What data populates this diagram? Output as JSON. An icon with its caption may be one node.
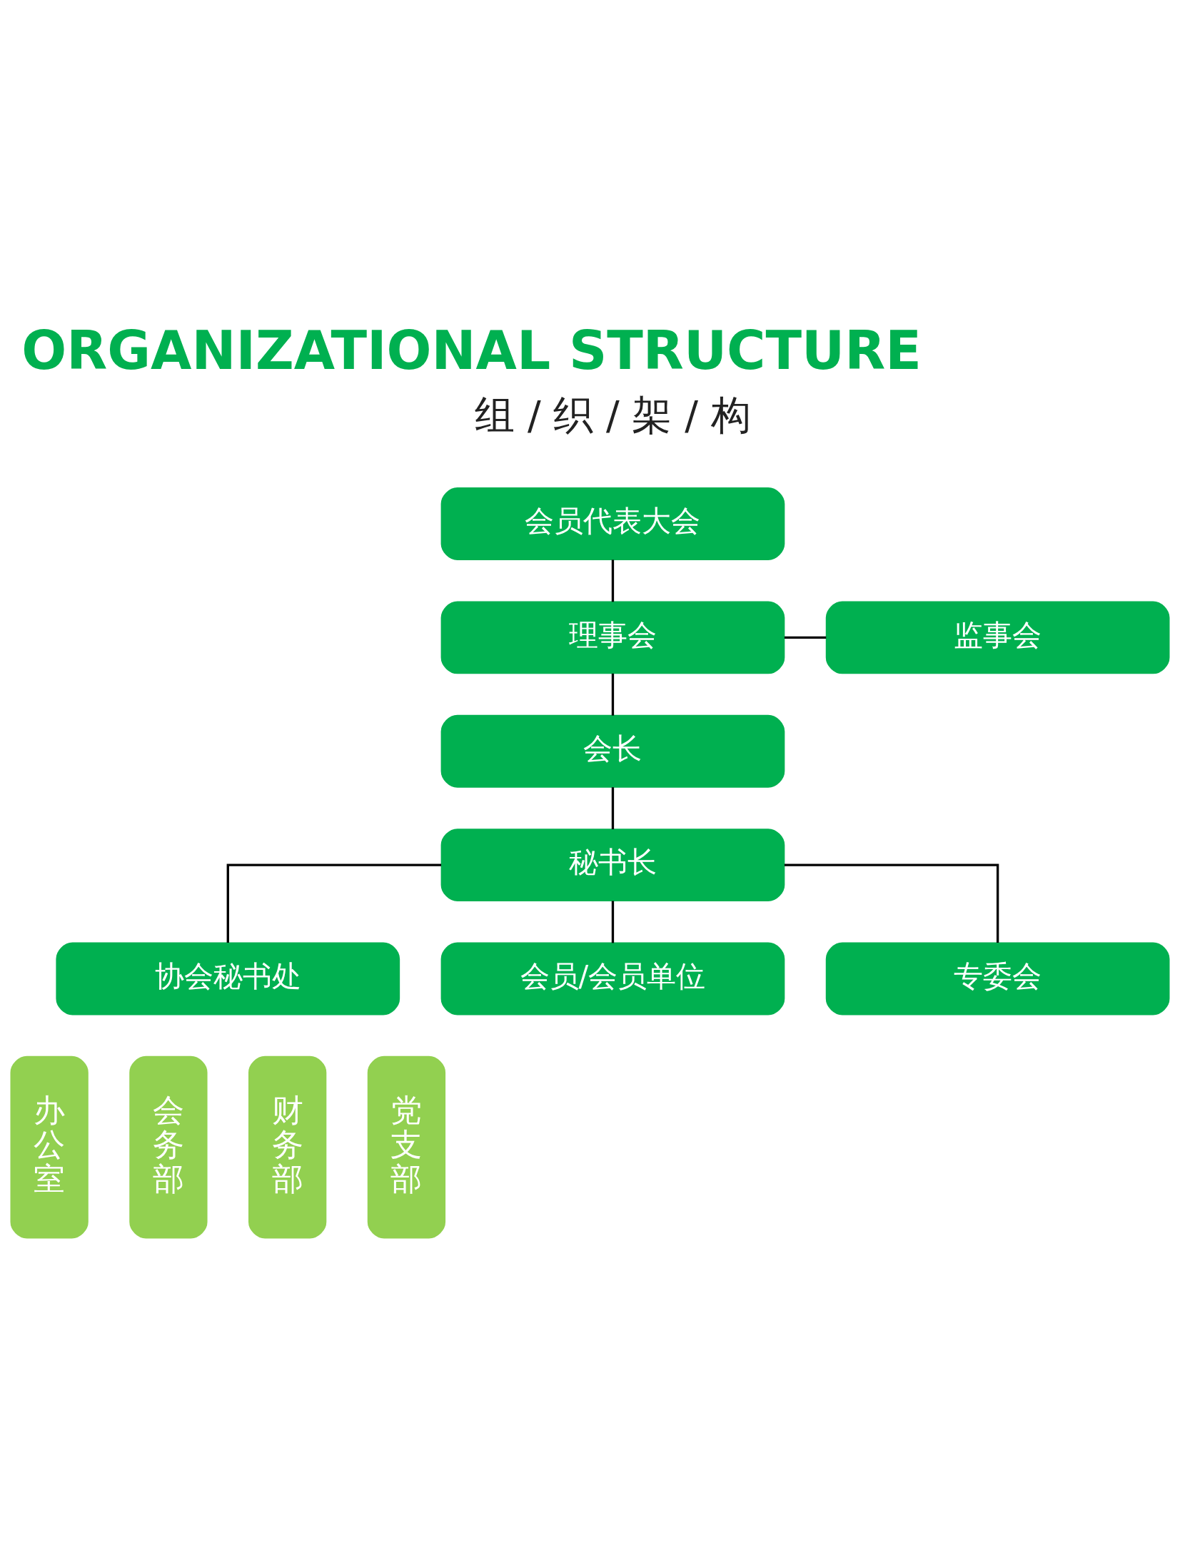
{
  "diagram": {
    "title": "ORGANIZATIONAL STRUCTURE",
    "nodes": [
      {
        "text": [
          "会员代表大会"
        ]
      },
      {
        "text": [
          "理事会"
        ]
      },
      {
        "text": [
          "监事会"
        ]
      },
      {
        "text": [
          "会长"
        ]
      },
      {
        "text": [
          "秘书长"
        ]
      },
      {
        "text": [
          "协会秘书处"
        ]
      },
      {
        "text": [
          "会员/会员单位"
        ]
      },
      {
        "text": [
          "专委会"
        ]
      },
      {
        "text": [
          "办公室"
        ]
      },
      {
        "text": [
          "会务部"
        ]
      },
      {
        "text": [
          "财务部"
        ]
      },
      {
        "text": [
          "党支部"
        ]
      }
    ],
    "edges": [
      {
        "from": 0,
        "to": 1,
        "arrow": "none"
      },
      {
        "from": 1,
        "to": 2,
        "arrow": "none"
      },
      {
        "from": 1,
        "to": 3,
        "arrow": "none"
      },
      {
        "from": 3,
        "to": 4,
        "arrow": "none"
      },
      {
        "from": 4,
        "to": 5,
        "arrow": "none"
      },
      {
        "from": 4,
        "to": 6,
        "arrow": "none"
      },
      {
        "from": 4,
        "to": 7,
        "arrow": "none"
      }
    ],
    "labels": [
      "组 / 织 / 架 / 构"
    ]
  }
}
